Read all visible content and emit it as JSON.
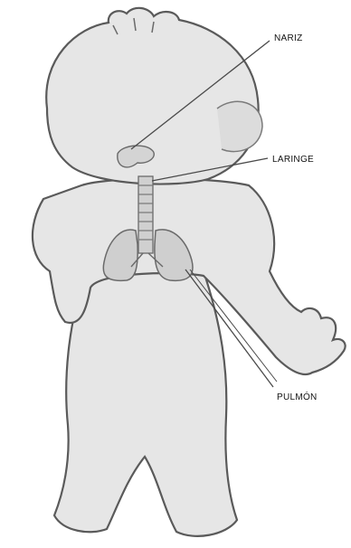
{
  "labels": {
    "nose": "NARIZ",
    "larynx": "LARINGE",
    "lung": "PULMÓN"
  },
  "colors": {
    "body_fill": "#e6e6e6",
    "outline": "#5a5a5a",
    "organ_fill": "#cfcfcf",
    "leader_line": "#4a4a4a"
  }
}
